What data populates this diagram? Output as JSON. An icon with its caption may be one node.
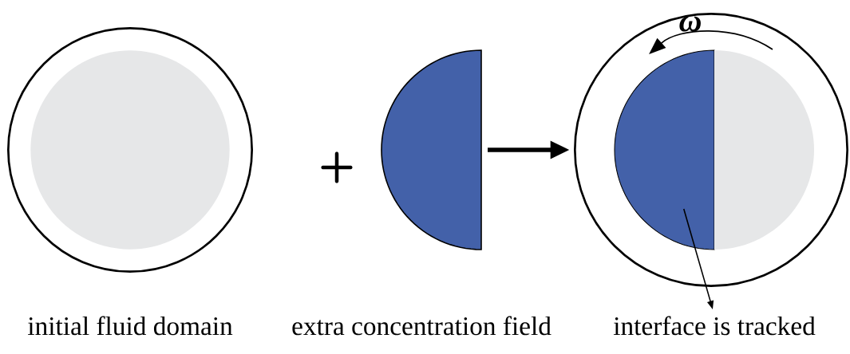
{
  "diagram": {
    "nodes": [
      {
        "text": [],
        "shape": "circle",
        "beside": [
          "initial fluid domain"
        ]
      },
      {
        "text": [],
        "shape": "circle",
        "in": 0
      },
      {
        "text": [],
        "shape": "semicircle",
        "beside": [
          "extra concentration field"
        ]
      },
      {
        "text": [],
        "shape": "circle",
        "beside": [
          "interface is tracked"
        ]
      },
      {
        "text": [],
        "shape": "semicircle",
        "in": 3
      },
      {
        "text": [],
        "shape": "semicircle",
        "in": 3
      }
    ],
    "edges": [
      {
        "from": 2,
        "to": 3,
        "arrow": "to",
        "style": "thick"
      },
      {
        "from": 4,
        "to": null,
        "arrow": "to"
      }
    ],
    "labels": [
      "+",
      "ω"
    ]
  }
}
